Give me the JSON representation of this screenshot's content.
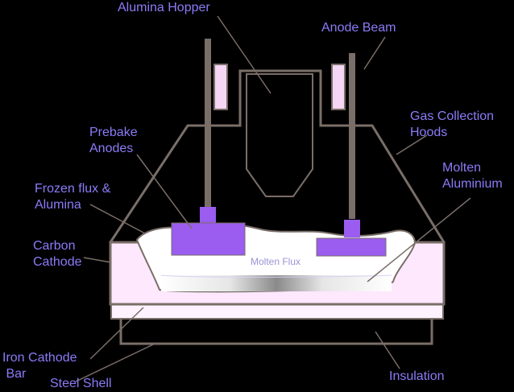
{
  "labels": {
    "alumina_hopper": "Alumina Hopper",
    "anode_beam": "Anode Beam",
    "gas_collection_hoods": "Gas Collection\nHoods",
    "prebake_anodes": "Prebake\nAnodes",
    "molten_aluminium": "Molten\nAluminium",
    "frozen_flux": "Frozen flux &\nAlumina",
    "carbon_cathode": "Carbon\nCathode",
    "molten_flux": "Molten Flux",
    "iron_cathode_bar": "Iron Cathode\n Bar",
    "steel_shell": "Steel Shell",
    "insulation": "Insulation"
  },
  "colors": {
    "background": "#000000",
    "label_text": "#8b7bf7",
    "hood_outline": "#7a6e68",
    "anode_purple": "#9b5cf0",
    "beam_pink": "#f5d6f5",
    "cathode_fill": "#fde8fd",
    "flux_fill": "#ffffff",
    "leader_line": "#7a6e68"
  }
}
